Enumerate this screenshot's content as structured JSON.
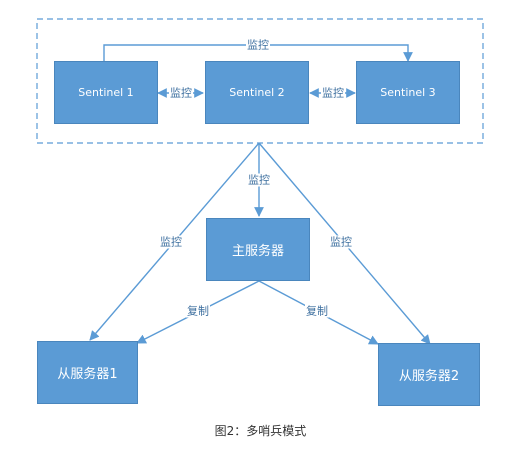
{
  "diagram": {
    "sentinels": [
      "Sentinel 1",
      "Sentinel 2",
      "Sentinel 3"
    ],
    "master": "主服务器",
    "slaves": [
      "从服务器1",
      "从服务器2"
    ],
    "edge_labels": {
      "monitor": "监控",
      "replicate": "复制"
    },
    "colors": {
      "node_fill": "#5b9bd5",
      "edge": "#5b9bd5",
      "group_border": "#5b9bd5",
      "label_text": "#3d6f9f"
    }
  },
  "caption": "图2：多哨兵模式"
}
